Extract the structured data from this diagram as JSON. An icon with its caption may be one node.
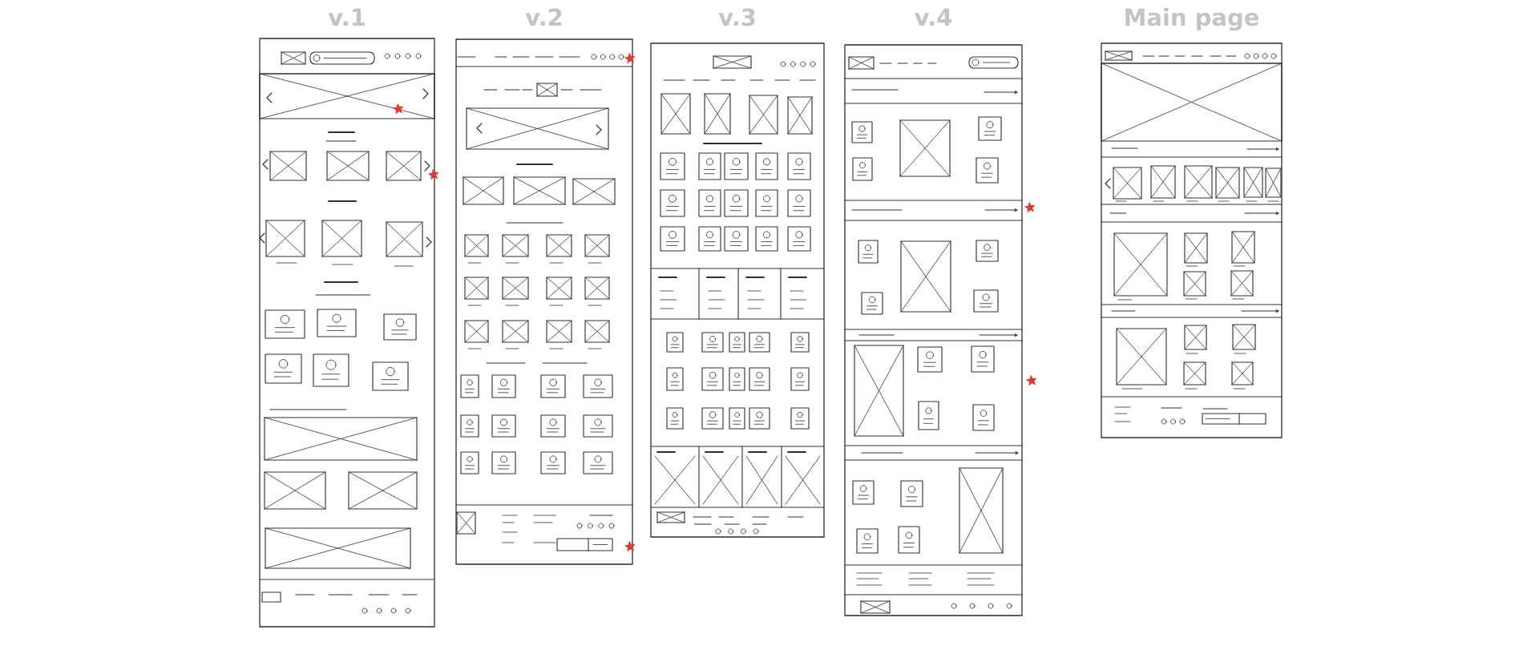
{
  "diagram": {
    "nodes": [
      {
        "text": [
          "v.1"
        ]
      },
      {
        "text": [
          "v.2"
        ]
      },
      {
        "text": [
          "v.3"
        ]
      },
      {
        "text": [
          "v.4"
        ]
      },
      {
        "text": [
          "Main page"
        ]
      }
    ]
  }
}
